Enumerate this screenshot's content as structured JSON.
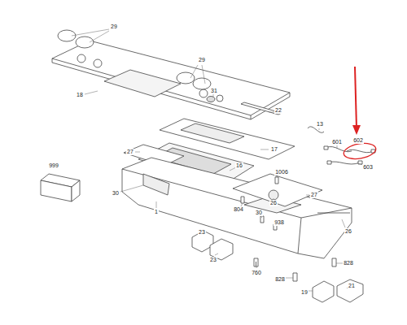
{
  "diagram": {
    "labels": [
      "29",
      "29",
      "31",
      "18",
      "22",
      "13",
      "602",
      "601",
      "603",
      "17",
      "27",
      "16",
      "999",
      "1006",
      "30",
      "1",
      "804",
      "26",
      "27",
      "30",
      "938",
      "26",
      "23",
      "23",
      "760",
      "828",
      "828",
      "19",
      "21"
    ]
  }
}
